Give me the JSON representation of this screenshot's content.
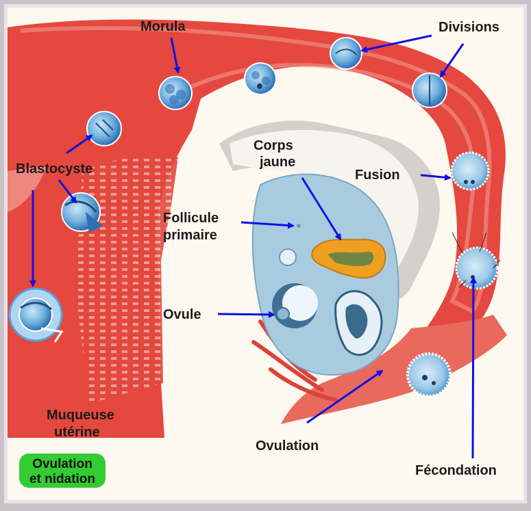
{
  "labels": {
    "morula": "Morula",
    "divisions": "Divisions",
    "blastocyste": "Blastocyste",
    "corps_jaune_1": "Corps",
    "corps_jaune_2": "jaune",
    "fusion": "Fusion",
    "follicule_1": "Follicule",
    "follicule_2": "primaire",
    "ovule": "Ovule",
    "muqueuse_1": "Muqueuse",
    "muqueuse_2": "utérine",
    "ovulation": "Ovulation",
    "fecondation": "Fécondation"
  },
  "badge": {
    "line1": "Ovulation",
    "line2": "et nidation"
  },
  "colors": {
    "arrow": "#1010e0",
    "tissue": "#e0453e",
    "tissue_light": "#f29c8f",
    "ovary": "#a8cbe0",
    "cell": "#3f8ad0",
    "corpus_luteum": "#f0a020",
    "badge": "#33cc33",
    "background": "#fdf9f0"
  }
}
